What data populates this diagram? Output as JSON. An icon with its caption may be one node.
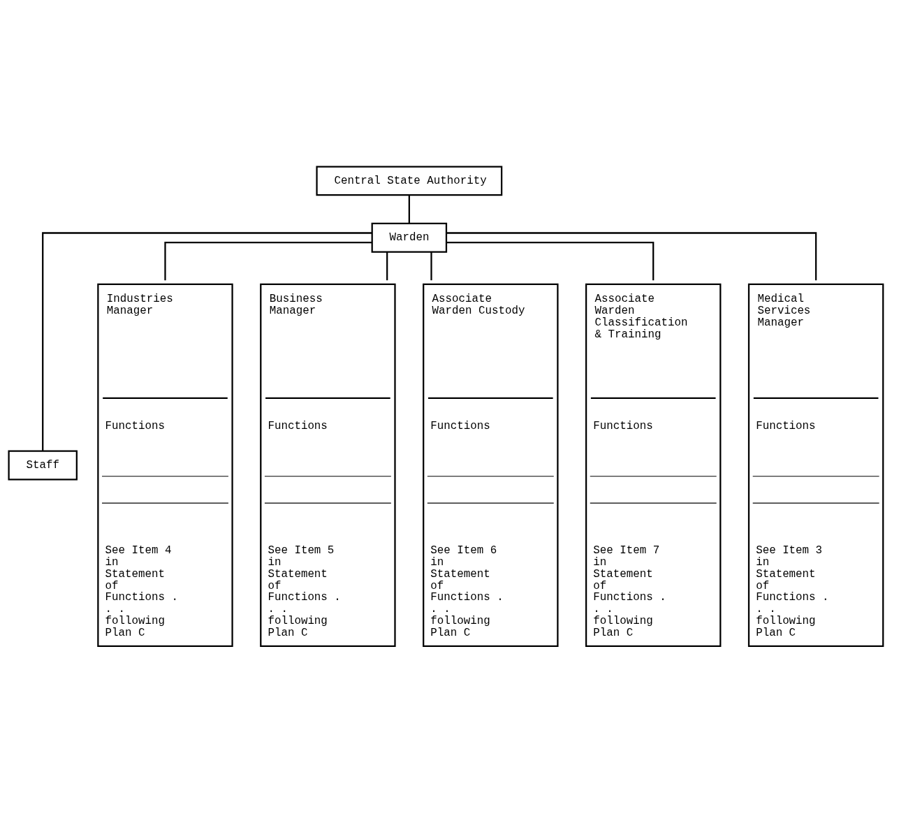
{
  "diagram": {
    "nodes": [
      {
        "text": [
          "Central State Authority"
        ]
      },
      {
        "text": [
          "Warden"
        ]
      },
      {
        "text": [
          "Staff"
        ]
      },
      {
        "text": [
          "Industries Manager",
          "Functions",
          "See Item 4 in Statement of Functions . . . following Plan C"
        ]
      },
      {
        "text": [
          "Business Manager",
          "Functions",
          "See Item 5 in Statement of Functions . . . following Plan C"
        ]
      },
      {
        "text": [
          "Associate Warden Custody",
          "Functions",
          "See Item 6 in Statement of Functions . . . following Plan C"
        ]
      },
      {
        "text": [
          "Associate Warden Classification & Training",
          "Functions",
          "See Item 7 in Statement of Functions . . . following Plan C"
        ]
      },
      {
        "text": [
          "Medical Services Manager",
          "Functions",
          "See Item 3 in Statement of Functions . . . following Plan C"
        ]
      }
    ],
    "edges": [
      {
        "from": 0,
        "to": 1,
        "arrow": "none"
      },
      {
        "from": 1,
        "to": 2,
        "arrow": "none"
      },
      {
        "from": 1,
        "to": 3,
        "arrow": "none"
      },
      {
        "from": 1,
        "to": 4,
        "arrow": "none"
      },
      {
        "from": 1,
        "to": 5,
        "arrow": "none"
      },
      {
        "from": 1,
        "to": 6,
        "arrow": "none"
      },
      {
        "from": 1,
        "to": 7,
        "arrow": "none"
      }
    ]
  }
}
